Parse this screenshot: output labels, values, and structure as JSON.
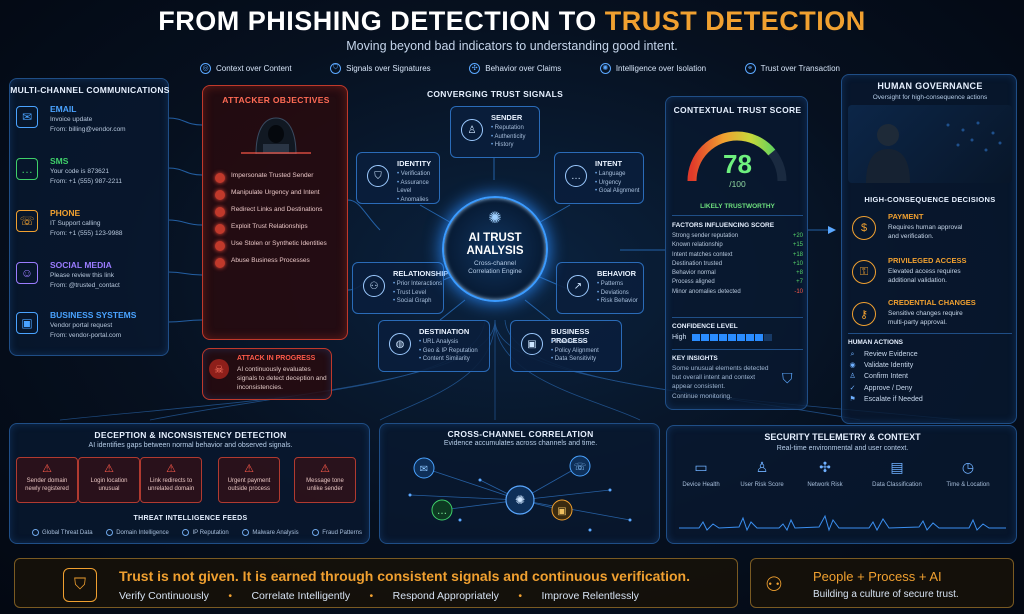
{
  "header": {
    "title_main": "FROM PHISHING DETECTION TO ",
    "title_accent": "TRUST DETECTION",
    "subtitle": "Moving beyond bad indicators to understanding good intent.",
    "principles": [
      "Context over Content",
      "Signals over Signatures",
      "Behavior over Claims",
      "Intelligence over Isolation",
      "Trust over Transaction"
    ]
  },
  "channels": {
    "title": "MULTI-CHANNEL COMMUNICATIONS",
    "items": [
      {
        "name": "EMAIL",
        "line1": "Invoice update",
        "line2": "From: billing@vendor.com",
        "color": "#4aa3ff",
        "icon": "envelope-icon"
      },
      {
        "name": "SMS",
        "line1": "Your code is 873621",
        "line2": "From: +1 (555) 987-2211",
        "color": "#3fd06a",
        "icon": "chat-icon"
      },
      {
        "name": "PHONE",
        "line1": "IT Support calling",
        "line2": "From: +1 (555) 123-9988",
        "color": "#f0a030",
        "icon": "phone-icon"
      },
      {
        "name": "SOCIAL MEDIA",
        "line1": "Please review this link",
        "line2": "From: @trusted_contact",
        "color": "#9b7cff",
        "icon": "profile-icon"
      },
      {
        "name": "BUSINESS SYSTEMS",
        "line1": "Vendor portal request",
        "line2": "From: vendor-portal.com",
        "color": "#4aa3ff",
        "icon": "briefcase-icon"
      }
    ]
  },
  "attacker": {
    "title": "ATTACKER OBJECTIVES",
    "objectives": [
      "Impersonate Trusted Sender",
      "Manipulate Urgency and Intent",
      "Redirect Links and Destinations",
      "Exploit Trust Relationships",
      "Use Stolen or Synthetic Identities",
      "Abuse Business Processes"
    ],
    "alert_title": "ATTACK IN PROGRESS",
    "alert_text": "AI continuously evaluates signals to detect deception and inconsistencies."
  },
  "signals": {
    "title": "CONVERGING TRUST SIGNALS",
    "core_title_1": "AI TRUST",
    "core_title_2": "ANALYSIS",
    "core_sub_1": "Cross-channel",
    "core_sub_2": "Correlation Engine",
    "boxes": {
      "sender": {
        "title": "SENDER",
        "items": [
          "Reputation",
          "Authenticity",
          "History"
        ]
      },
      "identity": {
        "title": "IDENTITY",
        "items": [
          "Verification",
          "Assurance Level",
          "Anomalies"
        ]
      },
      "intent": {
        "title": "INTENT",
        "items": [
          "Language",
          "Urgency",
          "Goal Alignment"
        ]
      },
      "relationship": {
        "title": "RELATIONSHIP",
        "items": [
          "Prior Interactions",
          "Trust Level",
          "Social Graph"
        ]
      },
      "behavior": {
        "title": "BEHAVIOR",
        "items": [
          "Patterns",
          "Deviations",
          "Risk Behavior"
        ]
      },
      "destination": {
        "title": "DESTINATION",
        "items": [
          "URL Analysis",
          "Geo & IP Reputation",
          "Content Similarity"
        ]
      },
      "process": {
        "title": "BUSINESS PROCESS",
        "items": [
          "Process Fit",
          "Policy Alignment",
          "Data Sensitivity"
        ]
      }
    }
  },
  "score": {
    "title": "CONTEXTUAL TRUST SCORE",
    "value": "78",
    "max": "/100",
    "fraction": 0.78,
    "verdict": "LIKELY TRUSTWORTHY",
    "factors_title": "FACTORS INFLUENCING SCORE",
    "factors": [
      {
        "label": "Strong sender reputation",
        "delta": "+20"
      },
      {
        "label": "Known relationship",
        "delta": "+15"
      },
      {
        "label": "Intent matches context",
        "delta": "+18"
      },
      {
        "label": "Destination trusted",
        "delta": "+10"
      },
      {
        "label": "Behavior normal",
        "delta": "+8"
      },
      {
        "label": "Process aligned",
        "delta": "+7"
      },
      {
        "label": "Minor anomalies detected",
        "delta": "-10"
      }
    ],
    "confidence_title": "CONFIDENCE LEVEL",
    "confidence_value": "High",
    "insights_title": "KEY INSIGHTS",
    "insights_text": "Some unusual elements detected but overall intent and context appear consistent.",
    "insights_action": "Continue monitoring."
  },
  "governance": {
    "title": "HUMAN GOVERNANCE",
    "subtitle": "Oversight for high-consequence actions",
    "decisions_title": "HIGH-CONSEQUENCE DECISIONS",
    "decisions": [
      {
        "name": "PAYMENT",
        "l1": "Requires human approval",
        "l2": "and verification.",
        "icon": "dollar-icon"
      },
      {
        "name": "PRIVILEGED ACCESS",
        "l1": "Elevated access requires",
        "l2": "additional validation.",
        "icon": "lock-icon"
      },
      {
        "name": "CREDENTIAL CHANGES",
        "l1": "Sensitive changes require",
        "l2": "multi-party approval.",
        "icon": "key-icon"
      }
    ],
    "actions_title": "HUMAN ACTIONS",
    "actions": [
      "Review Evidence",
      "Validate Identity",
      "Confirm Intent",
      "Approve / Deny",
      "Escalate if Needed"
    ]
  },
  "deception": {
    "title": "DECEPTION & INCONSISTENCY DETECTION",
    "subtitle": "AI identifies gaps between normal behavior and observed signals.",
    "cards": [
      {
        "l1": "Sender domain",
        "l2": "newly registered"
      },
      {
        "l1": "Login location",
        "l2": "unusual"
      },
      {
        "l1": "Link redirects to",
        "l2": "unrelated domain"
      },
      {
        "l1": "Urgent payment",
        "l2": "outside process"
      },
      {
        "l1": "Message tone",
        "l2": "unlike sender"
      }
    ],
    "feeds_title": "THREAT INTELLIGENCE FEEDS",
    "feeds": [
      "Global Threat Data",
      "Domain Intelligence",
      "IP Reputation",
      "Malware Analysis",
      "Fraud Patterns"
    ]
  },
  "correlation": {
    "title": "CROSS-CHANNEL CORRELATION",
    "subtitle": "Evidence accumulates across channels and time."
  },
  "telemetry": {
    "title": "SECURITY TELEMETRY & CONTEXT",
    "subtitle": "Real-time environmental and user context.",
    "items": [
      {
        "label": "Device Health",
        "icon": "laptop-icon"
      },
      {
        "label": "User Risk Score",
        "icon": "user-risk-icon"
      },
      {
        "label": "Network Risk",
        "icon": "network-icon"
      },
      {
        "label": "Data Classification",
        "icon": "document-icon"
      },
      {
        "label": "Time & Location",
        "icon": "clock-icon"
      }
    ]
  },
  "footer": {
    "headline": "Trust is not given. It is earned through consistent signals and continuous verification.",
    "pillars": [
      "Verify Continuously",
      "Correlate Intelligently",
      "Respond Appropriately",
      "Improve Relentlessly"
    ],
    "right_title": "People + Process + AI",
    "right_sub": "Building a culture of secure trust."
  }
}
